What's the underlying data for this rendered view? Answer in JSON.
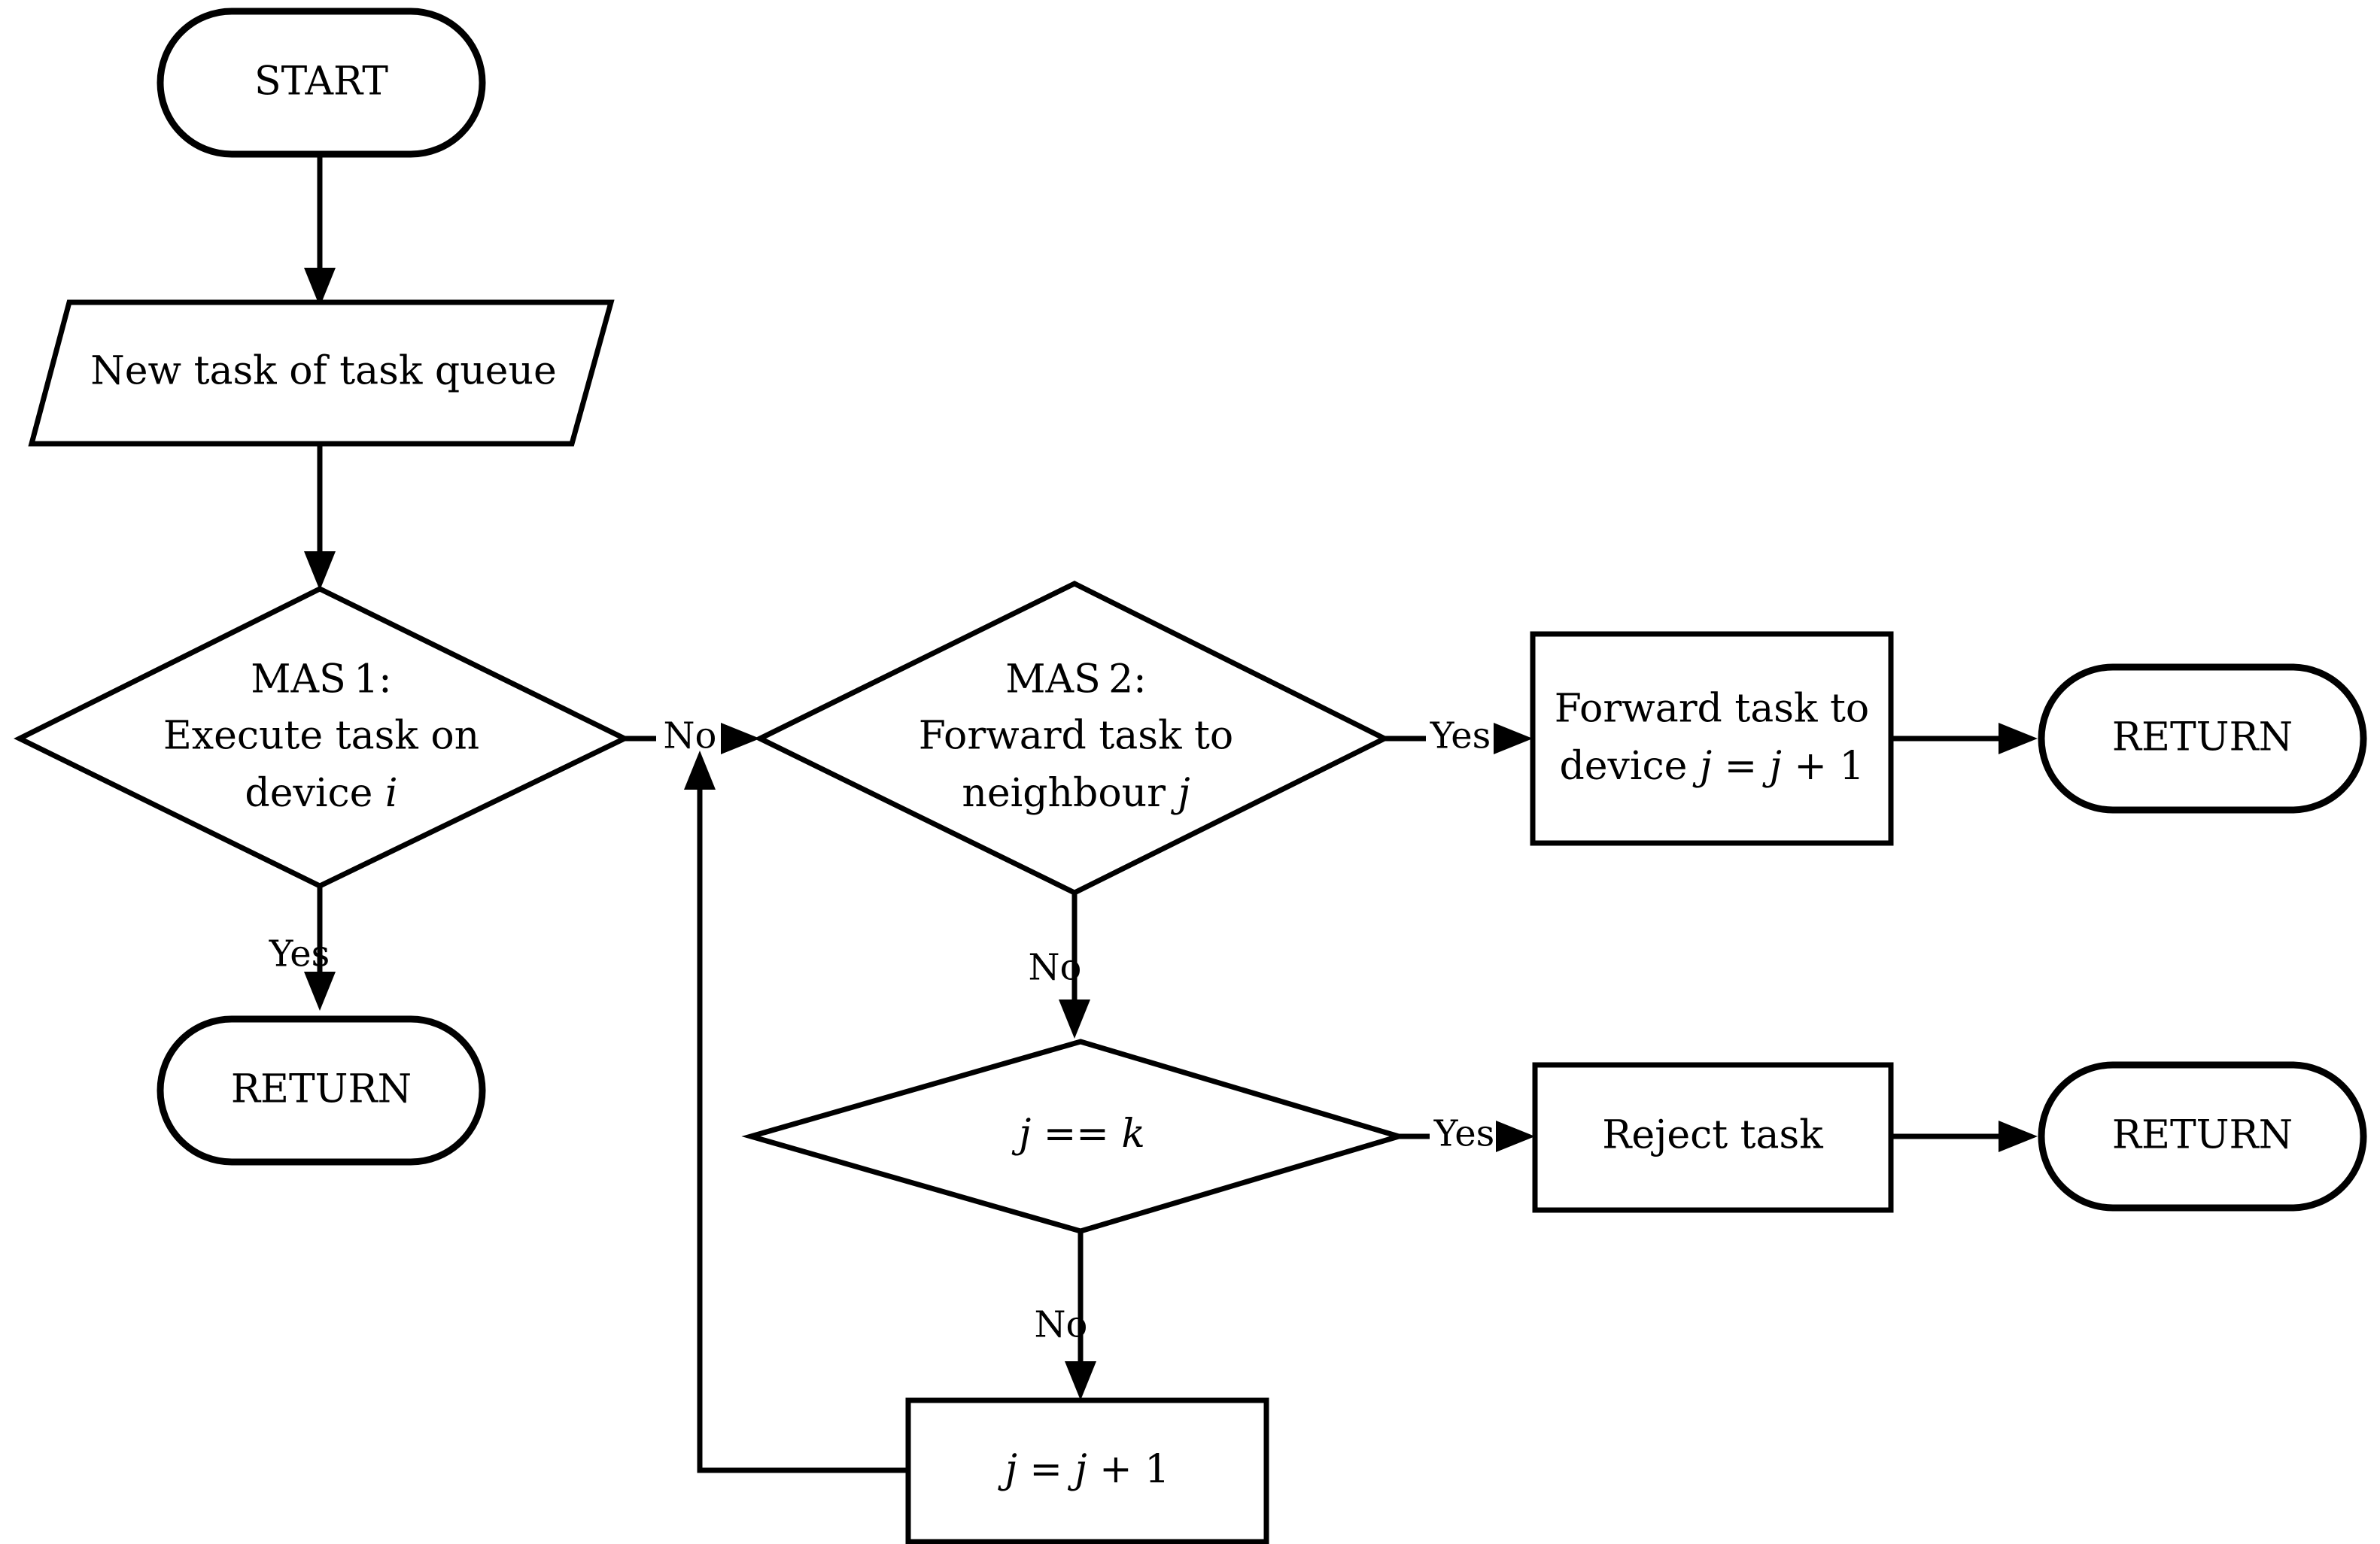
{
  "diagram": {
    "title": "Task offloading decision flowchart",
    "type": "flowchart",
    "colors": {
      "stroke": "#000000",
      "fill": "#ffffff",
      "text": "#000000"
    }
  },
  "nodes": {
    "start": {
      "label": "START",
      "shape": "terminator"
    },
    "new_task": {
      "label": "New task of task queue",
      "shape": "parallelogram-io"
    },
    "mas1": {
      "shape": "decision",
      "line1": "MAS 1:",
      "line2": "Execute task on",
      "line3_a": "device ",
      "line3_b": "i"
    },
    "return1": {
      "label": "RETURN",
      "shape": "terminator"
    },
    "mas2": {
      "shape": "decision",
      "line1": "MAS 2:",
      "line2": "Forward task to",
      "line3_a": "neighbour ",
      "line3_b": "j"
    },
    "forward_task": {
      "shape": "process",
      "line1": "Forward task to",
      "line2_a": "device ",
      "line2_b": "j",
      "line2_c": " = ",
      "line2_d": "j",
      "line2_e": " + 1"
    },
    "return2": {
      "label": "RETURN",
      "shape": "terminator"
    },
    "j_eq_k": {
      "shape": "decision",
      "expr_a": "j",
      "expr_b": " == ",
      "expr_c": "k"
    },
    "reject_task": {
      "label": "Reject task",
      "shape": "process"
    },
    "return3": {
      "label": "RETURN",
      "shape": "terminator"
    },
    "j_incr": {
      "shape": "process",
      "expr_a": "j",
      "expr_b": " = ",
      "expr_c": "j",
      "expr_d": " + 1"
    }
  },
  "edges": {
    "start_to_newtask": {
      "label": ""
    },
    "newtask_to_mas1": {
      "label": ""
    },
    "mas1_yes": {
      "label": "Yes"
    },
    "mas1_no": {
      "label": "No"
    },
    "mas2_yes": {
      "label": "Yes"
    },
    "mas2_no": {
      "label": "No"
    },
    "jk_yes": {
      "label": "Yes"
    },
    "jk_no": {
      "label": "No"
    },
    "forward_to_return2": {
      "label": ""
    },
    "reject_to_return3": {
      "label": ""
    },
    "jincr_loopback": {
      "label": ""
    }
  }
}
